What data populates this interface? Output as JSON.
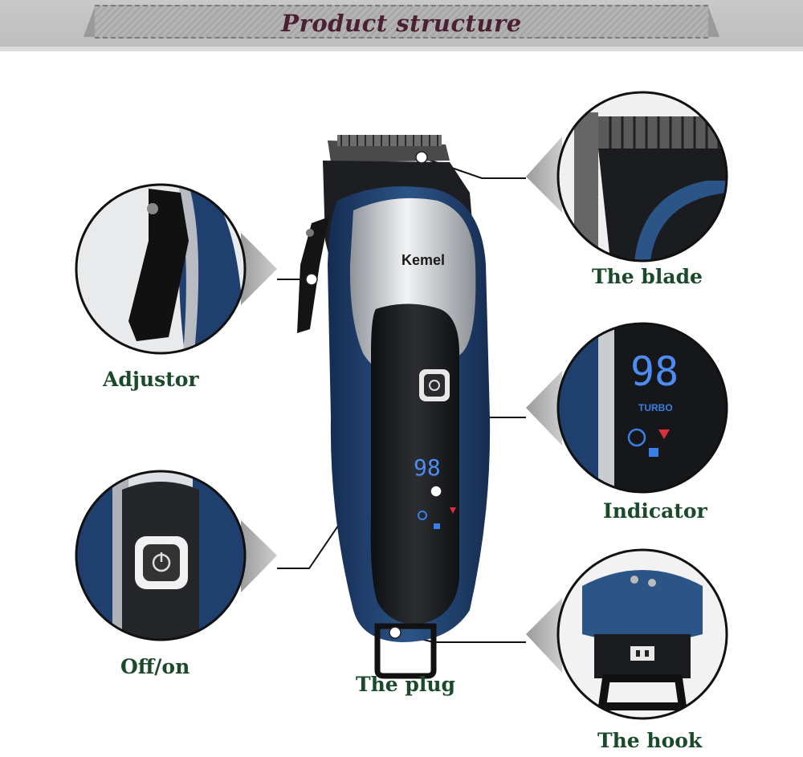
{
  "header": {
    "title": "Product structure"
  },
  "product": {
    "brand": "Kemel",
    "display_digits": "98",
    "turbo_text": "TURBO"
  },
  "labels": {
    "adjustor": "Adjustor",
    "off_on": "Off/on",
    "the_plug": "The plug",
    "the_blade": "The blade",
    "indicator": "Indicator",
    "the_hook": "The hook"
  },
  "colors": {
    "title": "#4a2032",
    "label": "#1a4a2a",
    "body_blue": "#1f3f6e",
    "body_dark": "#1b1c1f",
    "led_blue": "#3a7fe8",
    "led_red": "#d9303a"
  }
}
